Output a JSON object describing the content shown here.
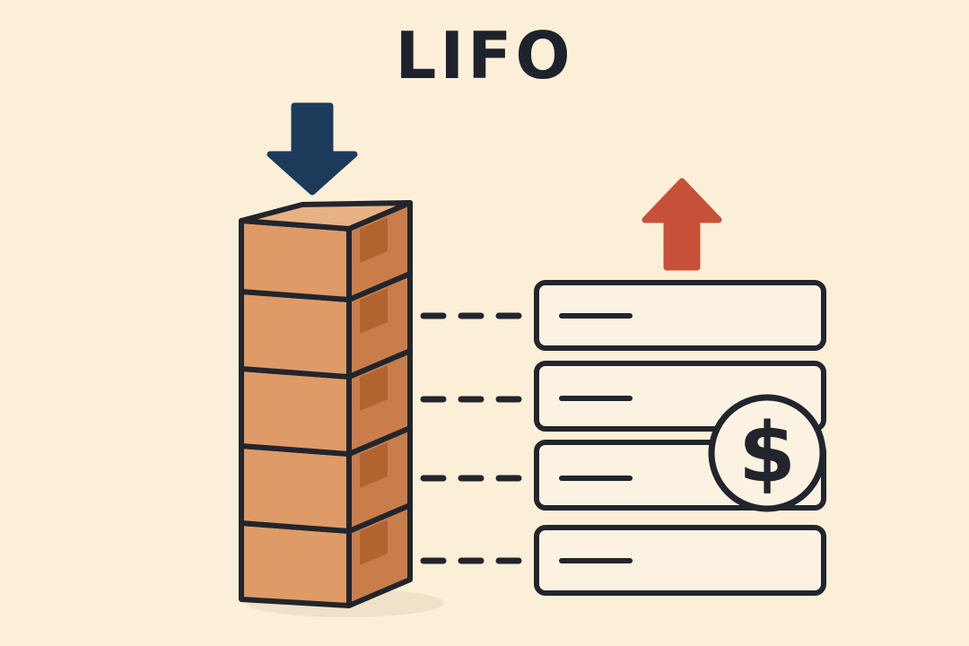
{
  "page": {
    "title": "LIFO",
    "background_color": "#FCEFD8",
    "ink_color": "#22252C"
  },
  "colors": {
    "background": "#FCEFD8",
    "outline": "#22252C",
    "box_front": "#DE9B67",
    "box_side": "#C97D4B",
    "box_top": "#E8B183",
    "box_tape": "#B2642F",
    "arrow_in": "#1C3B5A",
    "arrow_out": "#C75038",
    "card_fill": "#FBF2E2",
    "shadow": "#EFE2C8"
  },
  "diagram": {
    "type": "lifo-stack-illustration",
    "heading": "LIFO",
    "inbound_arrow": {
      "name": "push-arrow",
      "direction": "down",
      "color": "#1C3B5A",
      "meaning": "push / last in"
    },
    "outbound_arrow": {
      "name": "pop-arrow",
      "direction": "up",
      "color": "#C75038",
      "meaning": "pop / first out"
    },
    "stack": {
      "name": "box-stack",
      "count": 5,
      "boxes": [
        {
          "index": 1,
          "position": "top",
          "label": ""
        },
        {
          "index": 2,
          "position": "upper",
          "label": ""
        },
        {
          "index": 3,
          "position": "middle",
          "label": ""
        },
        {
          "index": 4,
          "position": "lower",
          "label": ""
        },
        {
          "index": 5,
          "position": "bottom",
          "label": ""
        }
      ]
    },
    "records": {
      "name": "record-cards",
      "count": 4,
      "cards": [
        {
          "index": 1,
          "text": ""
        },
        {
          "index": 2,
          "text": ""
        },
        {
          "index": 3,
          "text": ""
        },
        {
          "index": 4,
          "text": ""
        }
      ]
    },
    "connectors": {
      "name": "dashed-connectors",
      "count": 4,
      "style": "dashed"
    },
    "coin": {
      "name": "dollar-coin",
      "symbol": "$"
    }
  }
}
